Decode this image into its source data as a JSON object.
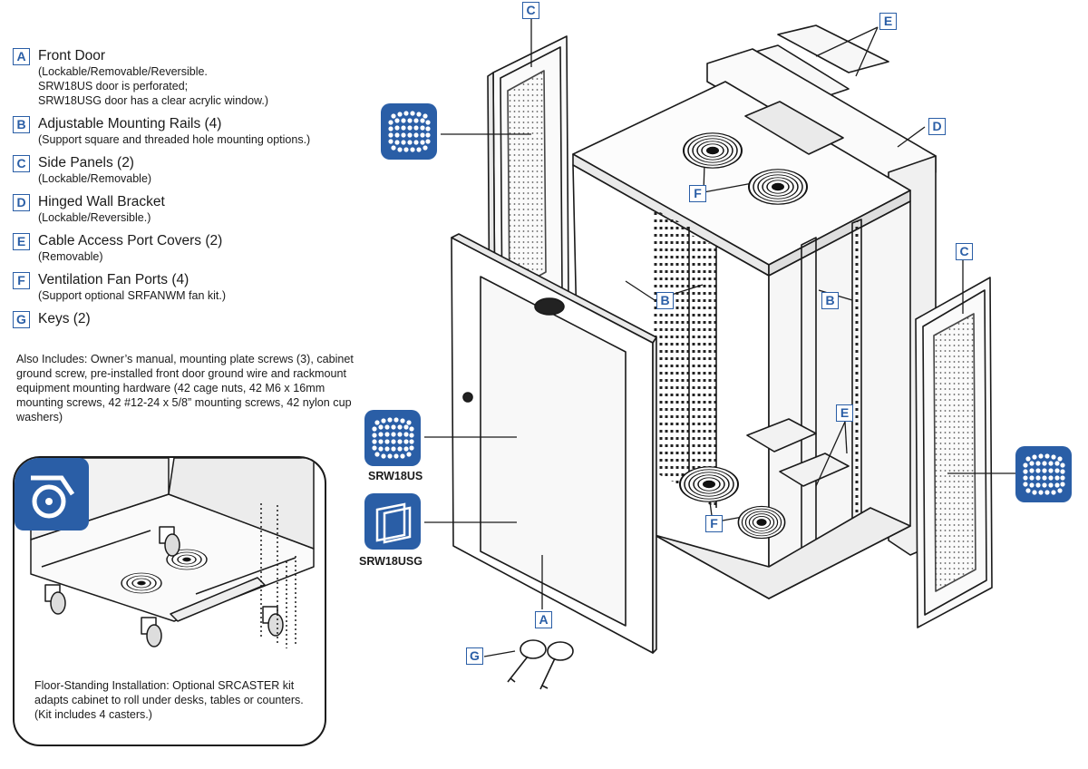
{
  "legend": [
    {
      "key": "A",
      "title": "Front Door",
      "desc": "(Lockable/Removable/Reversible.\nSRW18US door is perforated;\nSRW18USG door has a clear acrylic window.)"
    },
    {
      "key": "B",
      "title": "Adjustable Mounting Rails (4)",
      "desc": "(Support square and threaded hole mounting options.)"
    },
    {
      "key": "C",
      "title": "Side Panels (2)",
      "desc": "(Lockable/Removable)"
    },
    {
      "key": "D",
      "title": "Hinged Wall Bracket",
      "desc": "(Lockable/Reversible.)"
    },
    {
      "key": "E",
      "title": "Cable Access Port Covers (2)",
      "desc": "(Removable)"
    },
    {
      "key": "F",
      "title": "Ventilation Fan Ports (4)",
      "desc": "(Support optional SRFANWM fan kit.)"
    },
    {
      "key": "G",
      "title": "Keys (2)",
      "desc": ""
    }
  ],
  "also_includes": "Also Includes: Owner’s manual, mounting plate screws (3), cabinet ground screw, pre-installed front door ground wire and rackmount equipment mounting hardware (42 cage nuts, 42 M6 x 16mm mounting screws, 42 #12-24 x 5/8” mounting screws, 42 nylon cup washers)",
  "caster": {
    "caption": "Floor-Standing Installation: Optional SRCASTER kit adapts cabinet to roll under desks, tables or counters. (Kit includes 4 casters.)",
    "icon": "caster-wheel-icon"
  },
  "variants": {
    "perforated": "SRW18US",
    "acrylic": "SRW18USG"
  },
  "callouts": {
    "c_top": "C",
    "e_top": "E",
    "d": "D",
    "b_left": "B",
    "b_right": "B",
    "c_right": "C",
    "e_bottom": "E",
    "f_top": "F",
    "f_bottom": "F",
    "a": "A",
    "g": "G"
  },
  "colors": {
    "accent": "#2a5ea6",
    "line": "#1a1a1a",
    "panel": "#f4f4f4"
  }
}
